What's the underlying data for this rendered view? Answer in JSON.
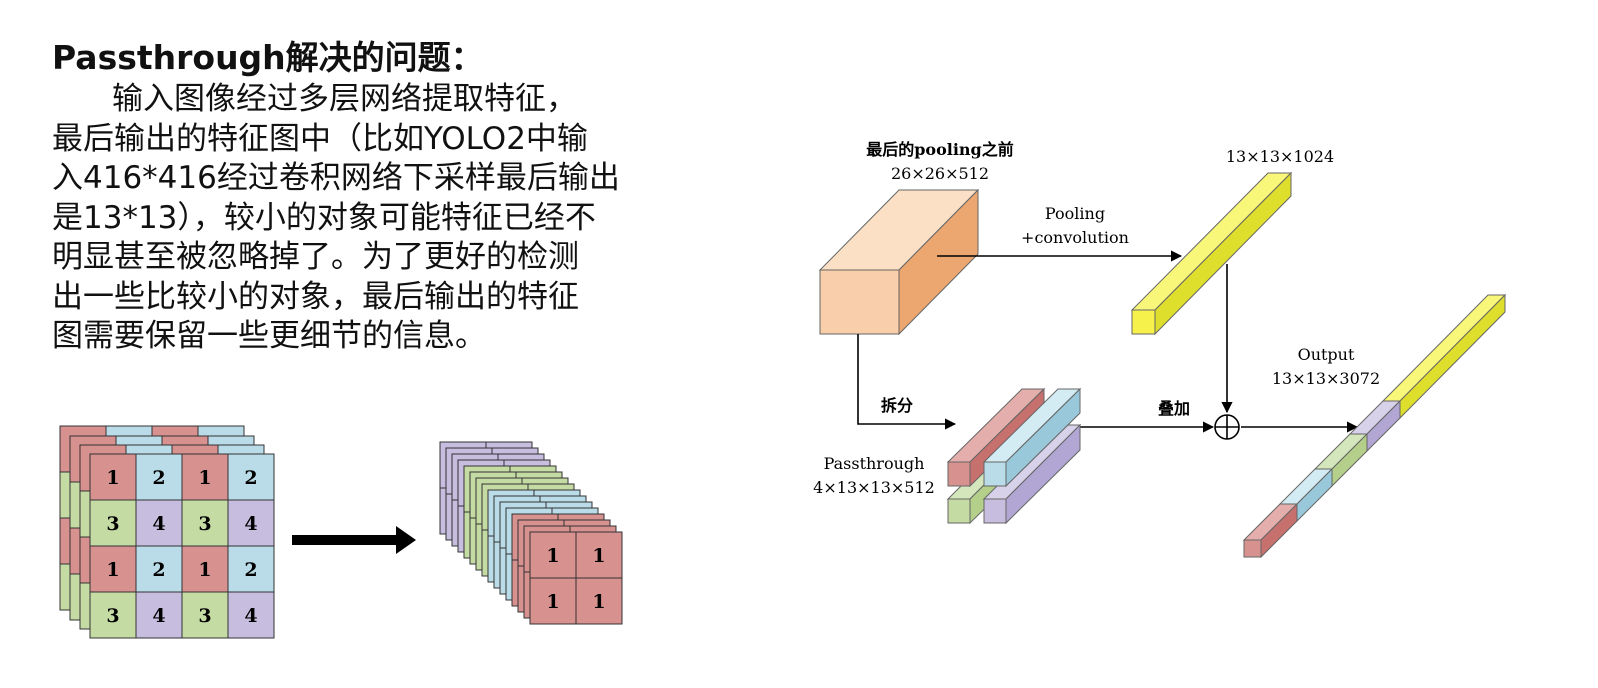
{
  "text": {
    "heading": "Passthrough解决的问题：",
    "paragraph_lines": [
      "输入图像经过多层网络提取特征，",
      "最后输出的特征图中（比如YOLO2中输",
      "入416*416经过卷积网络下采样最后输出",
      "是13*13），较小的对象可能特征已经不",
      "明显甚至被忽略掉了。为了更好的检测",
      "出一些比较小的对象，最后输出的特征",
      "图需要保留一些更细节的信息。"
    ]
  },
  "left_diagram": {
    "grid_cells": [
      [
        "1",
        "2",
        "1",
        "2"
      ],
      [
        "3",
        "4",
        "3",
        "4"
      ],
      [
        "1",
        "2",
        "1",
        "2"
      ],
      [
        "3",
        "4",
        "3",
        "4"
      ]
    ],
    "result_cells": [
      [
        "1",
        "1"
      ],
      [
        "1",
        "1"
      ]
    ],
    "colors": {
      "1": "#d7918f",
      "2": "#b9dce8",
      "3": "#c5dba4",
      "4": "#c6bddf"
    }
  },
  "right_diagram": {
    "labels": {
      "before_pooling_title": "最后的pooling之前",
      "before_pooling_dims": "26×26×512",
      "pooling_line1": "Pooling",
      "pooling_line2": "+convolution",
      "top_dims": "13×13×1024",
      "split": "拆分",
      "passthrough_title": "Passthrough",
      "passthrough_dims": "4×13×13×512",
      "stack": "叠加",
      "output_title": "Output",
      "output_dims": "13×13×3072"
    },
    "colors": {
      "block_front": "#f8cfaa",
      "block_top": "#fbe0c6",
      "block_side": "#eca771",
      "yellow_front": "#f6f24b",
      "yellow_top": "#f9f779",
      "yellow_side": "#dede2c"
    }
  }
}
